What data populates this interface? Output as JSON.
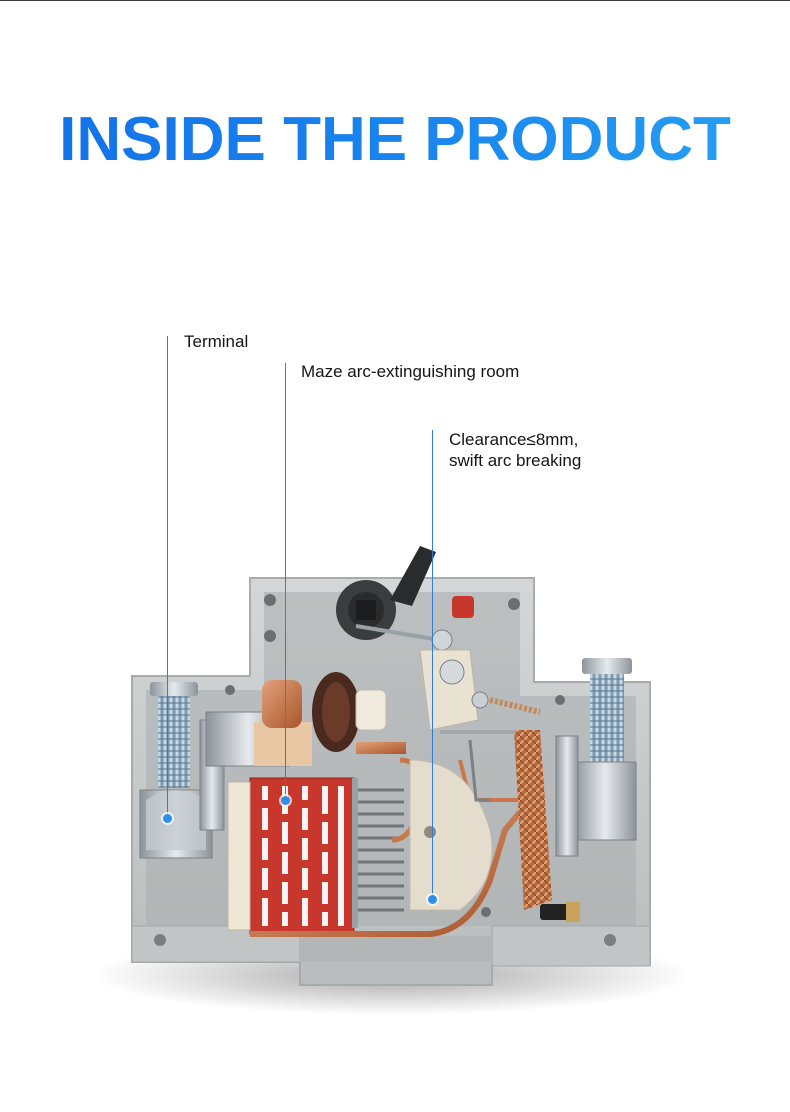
{
  "page": {
    "title": "INSIDE THE PRODUCT",
    "accent_color": "#1a86ee"
  },
  "callouts": [
    {
      "id": "terminal",
      "text": "Terminal"
    },
    {
      "id": "maze",
      "text": "Maze arc-extinguishing room"
    },
    {
      "id": "clearance",
      "line1": "Clearance≤8mm,",
      "line2": "swift arc breaking"
    }
  ],
  "product": {
    "image": "circuit-breaker-cutaway",
    "housing_color": "#c9cccd",
    "arc_chute_color": "#c8372c",
    "copper_color": "#c7774a"
  }
}
